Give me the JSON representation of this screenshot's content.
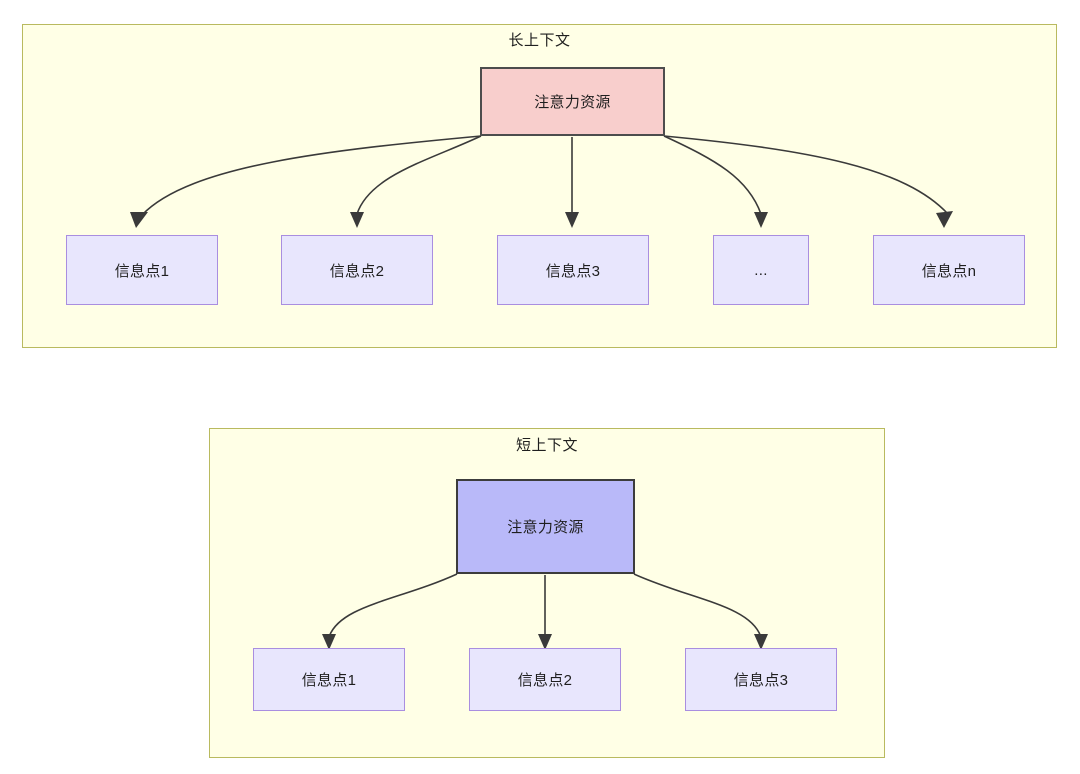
{
  "diagram": {
    "type": "comparison-flow-diagram",
    "background": "#ffffff",
    "panels": [
      {
        "id": "long-context",
        "title": "长上下文",
        "container_fill": "#ffffe6",
        "container_stroke": "#b9ba5f",
        "root": {
          "label": "注意力资源",
          "fill": "#f8cecc",
          "stroke": "#4d4d4d"
        },
        "leaves": [
          {
            "label": "信息点1",
            "fill": "#e8e6fd",
            "stroke": "#a98ee0"
          },
          {
            "label": "信息点2",
            "fill": "#e8e6fd",
            "stroke": "#a98ee0"
          },
          {
            "label": "信息点3",
            "fill": "#e8e6fd",
            "stroke": "#a98ee0"
          },
          {
            "label": "...",
            "fill": "#e8e6fd",
            "stroke": "#a98ee0"
          },
          {
            "label": "信息点n",
            "fill": "#e8e6fd",
            "stroke": "#a98ee0"
          }
        ]
      },
      {
        "id": "short-context",
        "title": "短上下文",
        "container_fill": "#ffffe6",
        "container_stroke": "#b9ba5f",
        "root": {
          "label": "注意力资源",
          "fill": "#b9b9f9",
          "stroke": "#3c3c3c"
        },
        "leaves": [
          {
            "label": "信息点1",
            "fill": "#e8e6fd",
            "stroke": "#a98ee0"
          },
          {
            "label": "信息点2",
            "fill": "#e8e6fd",
            "stroke": "#a98ee0"
          },
          {
            "label": "信息点3",
            "fill": "#e8e6fd",
            "stroke": "#a98ee0"
          }
        ]
      }
    ]
  }
}
